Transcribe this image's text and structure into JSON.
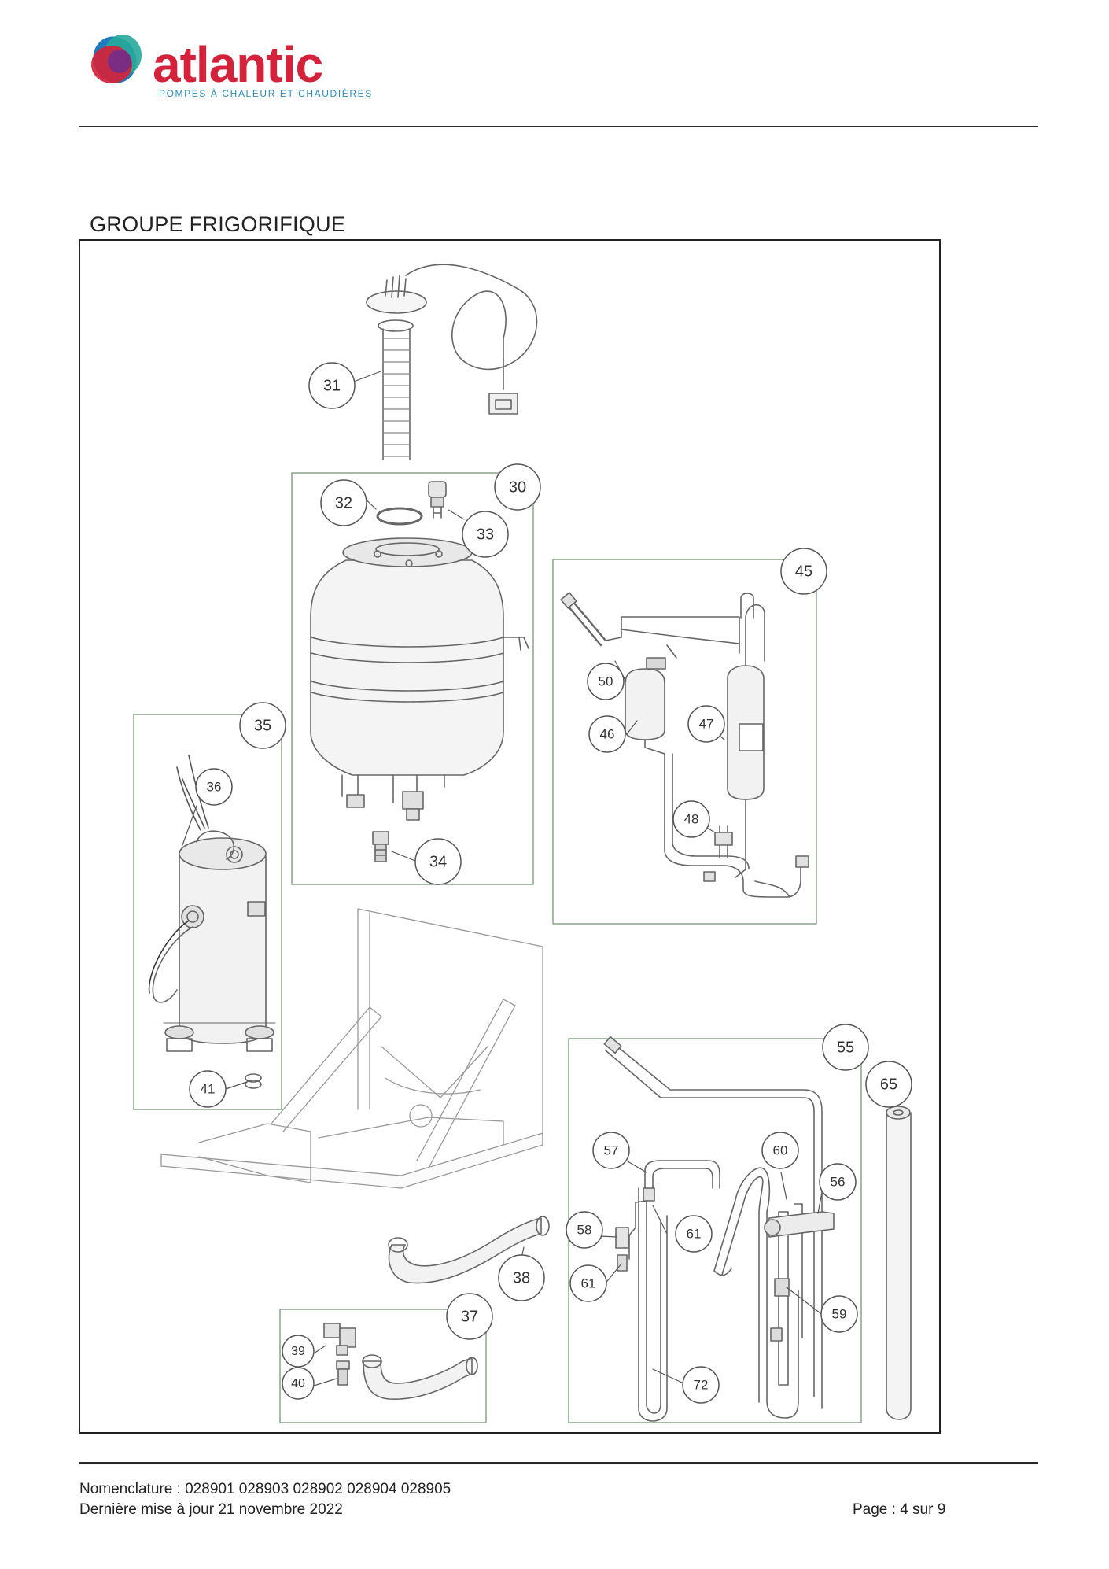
{
  "brand": {
    "name": "atlantic",
    "tagline": "POMPES À CHALEUR ET CHAUDIÈRES",
    "colors": {
      "red": "#d4223a",
      "blue": "#1e7bbf",
      "teal": "#27a89a",
      "purple": "#7b2d84",
      "tagline": "#2d8fbf"
    }
  },
  "section": {
    "title": "GROUPE FRIGORIFIQUE"
  },
  "figure": {
    "part_numbers": [
      "31",
      "32",
      "30",
      "33",
      "45",
      "50",
      "46",
      "47",
      "48",
      "35",
      "36",
      "34",
      "41",
      "55",
      "65",
      "57",
      "60",
      "56",
      "58",
      "61",
      "61",
      "38",
      "37",
      "39",
      "40",
      "59",
      "72"
    ]
  },
  "footer": {
    "nomenclature": "Nomenclature : 028901 028903 028902 028904 028905",
    "updated": "Dernière mise à jour 21 novembre 2022",
    "page": "Page : 4 sur 9"
  }
}
